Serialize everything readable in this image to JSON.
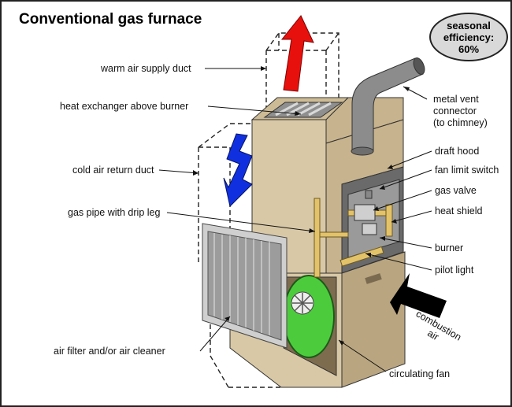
{
  "title": "Conventional gas furnace",
  "efficiency_badge": "seasonal efficiency: 60%",
  "labels": {
    "warm_air_supply_duct": "warm air supply duct",
    "heat_exchanger": "heat exchanger above burner",
    "cold_air_return_duct": "cold air return duct",
    "gas_pipe": "gas pipe with drip leg",
    "air_filter": "air filter and/or air cleaner",
    "metal_vent_line1": "metal vent",
    "metal_vent_line2": "connector",
    "metal_vent_line3": "(to chimney)",
    "draft_hood": "draft hood",
    "fan_limit_switch": "fan limit switch",
    "gas_valve": "gas valve",
    "heat_shield": "heat shield",
    "burner": "burner",
    "pilot_light": "pilot light",
    "combustion_air": "combustion air",
    "circulating_fan": "circulating fan"
  },
  "colors": {
    "cabinet_light": "#d8c8a6",
    "cabinet_mid": "#c7b38d",
    "cabinet_dark": "#a99570",
    "warm_arrow": "#e8100c",
    "cold_arrow": "#1030e0",
    "fan_green": "#4ccc3c",
    "vent_grey": "#8c8c8c",
    "pipe_gold": "#e3c36a"
  }
}
